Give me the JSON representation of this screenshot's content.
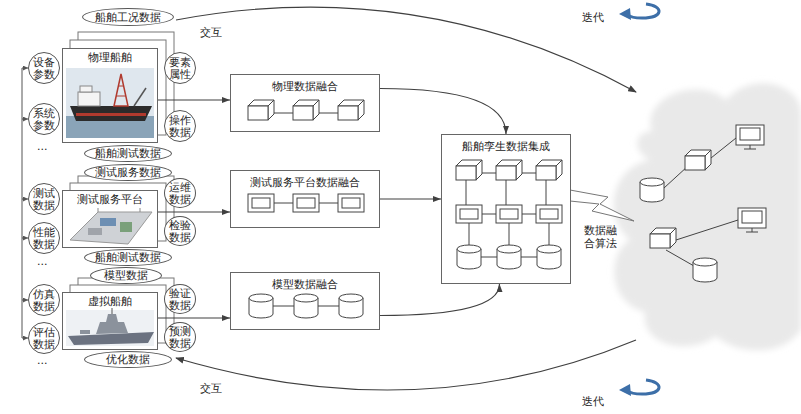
{
  "diagram": {
    "nodes": [
      {
        "text": [
          "船舶工况数据"
        ]
      },
      {
        "text": [
          "设备参数"
        ]
      },
      {
        "text": [
          "物理船舶"
        ]
      },
      {
        "text": [
          "要素属性"
        ]
      },
      {
        "text": [
          "系统参数"
        ]
      },
      {
        "text": [
          "操作数据"
        ]
      },
      {
        "text": [
          "船舶测试数据"
        ]
      },
      {
        "text": [
          "物理数据融合"
        ]
      },
      {
        "text": [
          "船舶孪生数据集成"
        ]
      },
      {
        "text": [
          "测试服务数据"
        ]
      },
      {
        "text": [
          "测试数据"
        ]
      },
      {
        "text": [
          "测试服务平台"
        ]
      },
      {
        "text": [
          "运维数据"
        ]
      },
      {
        "text": [
          "性能数据"
        ]
      },
      {
        "text": [
          "检验数据"
        ]
      },
      {
        "text": [
          "船舶测试数据"
        ]
      },
      {
        "text": [
          "测试服务平台数据融合"
        ]
      },
      {
        "text": [
          "模型数据"
        ]
      },
      {
        "text": [
          "仿真数据"
        ]
      },
      {
        "text": [
          "虚拟船舶"
        ]
      },
      {
        "text": [
          "验证数据"
        ]
      },
      {
        "text": [
          "评估数据"
        ]
      },
      {
        "text": [
          "预测数据"
        ]
      },
      {
        "text": [
          "优化数据"
        ]
      },
      {
        "text": [
          "模型数据融合"
        ]
      }
    ],
    "edges": [
      {
        "from": 2,
        "to": 7,
        "arrow": "to"
      },
      {
        "from": 11,
        "to": 16,
        "arrow": "to"
      },
      {
        "from": 19,
        "to": 24,
        "arrow": "to"
      },
      {
        "from": 7,
        "to": 8,
        "arrow": "to"
      },
      {
        "from": 16,
        "to": 8,
        "arrow": "to"
      },
      {
        "from": 24,
        "to": 8,
        "arrow": "to"
      }
    ],
    "labels": [
      "交互",
      "迭代",
      "...",
      "...",
      "数据融合算法",
      "...",
      "交互",
      "迭代"
    ]
  }
}
